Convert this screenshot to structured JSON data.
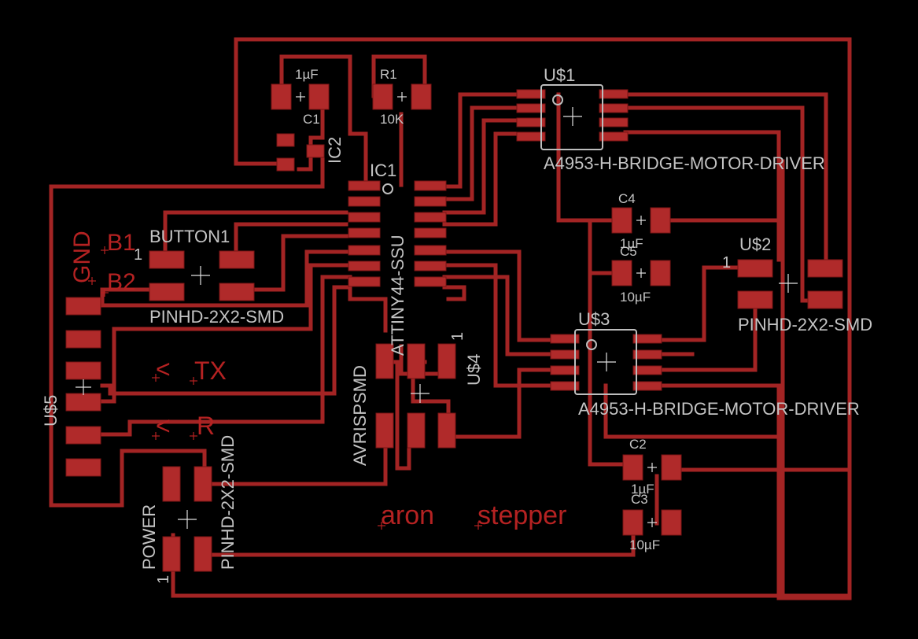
{
  "canvas": {
    "background": "#000000",
    "trace_color": "#a32424",
    "pad_color": "#b02a2a",
    "silk_color": "#c4c4c4",
    "label_color": "#b52222"
  },
  "components": {
    "c1_value": "1µF",
    "c1_name": "C1",
    "r1_name": "R1",
    "r1_value": "10K",
    "ic2_name": "IC2",
    "ic1_name": "IC1",
    "ic1_value": "ATTINY44-SSU",
    "u1_name": "U$1",
    "u1_value": "A4953-H-BRIDGE-MOTOR-DRIVER",
    "c4_name": "C4",
    "c4_value": "1µF",
    "c5_name": "C5",
    "c5_value": "10µF",
    "u2_name": "U$2",
    "u2_value": "PINHD-2X2-SMD",
    "u2_pin1": "1",
    "u3_name": "U$3",
    "u3_value": "A4953-H-BRIDGE-MOTOR-DRIVER",
    "c2_name": "C2",
    "c2_value": "1µF",
    "c3_name": "C3",
    "c3_value": "10µF",
    "button_name": "BUTTON1",
    "button_value": "PINHD-2X2-SMD",
    "button_pin1": "1",
    "u4_name": "U$4",
    "u4_pin1": "1",
    "avr_name": "AVRISPSMD",
    "u5_name": "U$5",
    "power_name": "POWER",
    "power_value": "PINHD-2X2-SMD",
    "power_pin1": "1"
  },
  "labels": {
    "gnd": "GND",
    "b1": "B1",
    "b2": "B2",
    "tx_arrow": "<",
    "tx": "TX",
    "rx_arrow": "<",
    "rx": "R",
    "aron": "aron",
    "stepper": "stepper"
  }
}
